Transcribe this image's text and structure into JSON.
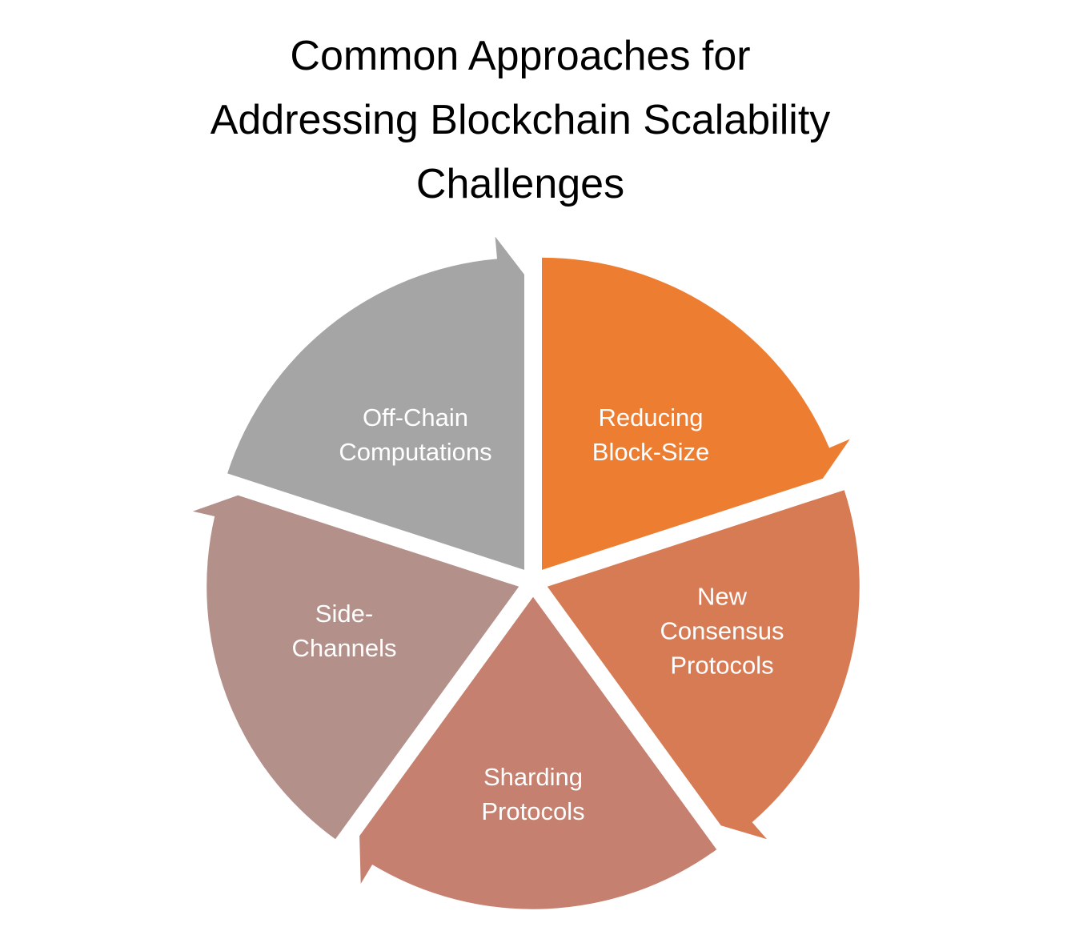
{
  "title": {
    "lines": [
      "Common Approaches for",
      "Addressing Blockchain Scalability",
      "Challenges"
    ]
  },
  "segments": [
    {
      "lines": [
        "Reducing",
        "Block-Size"
      ],
      "color": "#ED7D31"
    },
    {
      "lines": [
        "New",
        "Consensus",
        "Protocols"
      ],
      "color": "#D77B55"
    },
    {
      "lines": [
        "Sharding",
        "Protocols"
      ],
      "color": "#C5806F"
    },
    {
      "lines": [
        "Side-",
        "Channels"
      ],
      "color": "#B4908A"
    },
    {
      "lines": [
        "Off-Chain",
        "Computations"
      ],
      "color": "#A5A5A5"
    }
  ]
}
